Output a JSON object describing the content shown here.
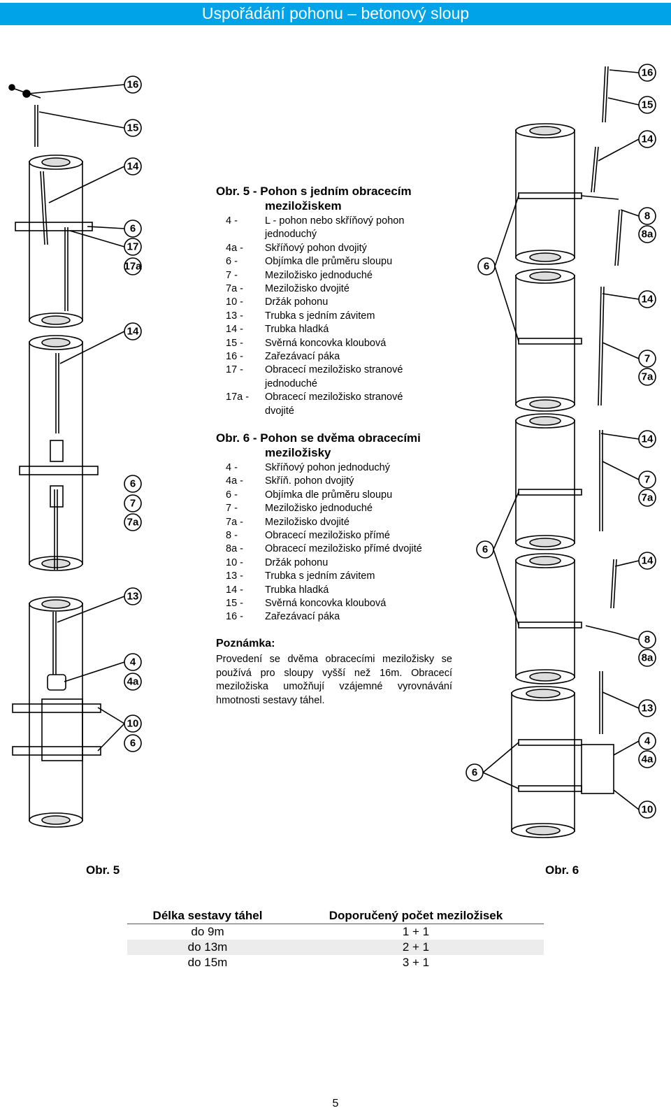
{
  "header": {
    "title": "Uspořádání pohonu – betonový sloup"
  },
  "fig5": {
    "title_num": "Obr. 5",
    "title_rest": " - Pohon s jedním obracecím",
    "title_line2": "meziložiskem",
    "items": [
      {
        "code": "4 -",
        "text": "L - pohon nebo skříňový pohon jednoduchý"
      },
      {
        "code": "4a -",
        "text": "Skříňový pohon dvojitý"
      },
      {
        "code": "6 -",
        "text": "Objímka dle průměru sloupu"
      },
      {
        "code": "7 -",
        "text": "Meziložisko jednoduché"
      },
      {
        "code": "7a -",
        "text": "Meziložisko dvojité"
      },
      {
        "code": "10 -",
        "text": "Držák pohonu"
      },
      {
        "code": "13 -",
        "text": "Trubka s jedním závitem"
      },
      {
        "code": "14 -",
        "text": "Trubka hladká"
      },
      {
        "code": "15 -",
        "text": "Svěrná koncovka kloubová"
      },
      {
        "code": "16 -",
        "text": "Zařezávací páka"
      },
      {
        "code": "17 -",
        "text": "Obracecí meziložisko stranové jednoduché"
      },
      {
        "code": "17a -",
        "text": "Obracecí meziložisko stranové dvojité"
      }
    ]
  },
  "fig6": {
    "title_num": "Obr. 6",
    "title_rest": " - Pohon se dvěma obracecími",
    "title_line2": "meziložisky",
    "items": [
      {
        "code": "4 -",
        "text": "Skříňový pohon jednoduchý"
      },
      {
        "code": "4a -",
        "text": "Skříň. pohon dvojitý"
      },
      {
        "code": "6 -",
        "text": "Objímka dle průměru sloupu"
      },
      {
        "code": "7 -",
        "text": "Meziložisko jednoduché"
      },
      {
        "code": "7a -",
        "text": "Meziložisko dvojité"
      },
      {
        "code": "8 -",
        "text": "Obracecí meziložisko přímé"
      },
      {
        "code": "8a -",
        "text": "Obracecí meziložisko přímé dvojité"
      },
      {
        "code": "10 -",
        "text": "Držák pohonu"
      },
      {
        "code": "13 -",
        "text": "Trubka s jedním závitem"
      },
      {
        "code": "14 -",
        "text": "Trubka hladká"
      },
      {
        "code": "15 -",
        "text": "Svěrná koncovka kloubová"
      },
      {
        "code": "16 -",
        "text": "Zařezávací páka"
      }
    ]
  },
  "note": {
    "title": "Poznámka:",
    "text": "Provedení se dvěma obracecími meziložisky se používá pro sloupy vyšší než 16m. Obracecí meziložiska umožňují vzájemné vyrovnávání hmotnosti sestavy táhel."
  },
  "captions": {
    "left": "Obr. 5",
    "right": "Obr. 6"
  },
  "callouts": {
    "left": [
      "16",
      "15",
      "14",
      "6",
      "17",
      "17a",
      "14",
      "6",
      "7",
      "7a",
      "13",
      "4",
      "4a",
      "10",
      "6"
    ],
    "right": [
      "16",
      "15",
      "14",
      "8",
      "8a",
      "6",
      "14",
      "7",
      "7a",
      "14",
      "7",
      "7a",
      "6",
      "14",
      "8",
      "8a",
      "13",
      "4",
      "4a",
      "6",
      "10"
    ]
  },
  "table": {
    "headers": [
      "Délka sestavy táhel",
      "Doporučený počet meziložisek"
    ],
    "rows": [
      [
        "do 9m",
        "1 + 1"
      ],
      [
        "do 13m",
        "2 + 1"
      ],
      [
        "do 15m",
        "3 + 1"
      ]
    ]
  },
  "page_number": "5"
}
